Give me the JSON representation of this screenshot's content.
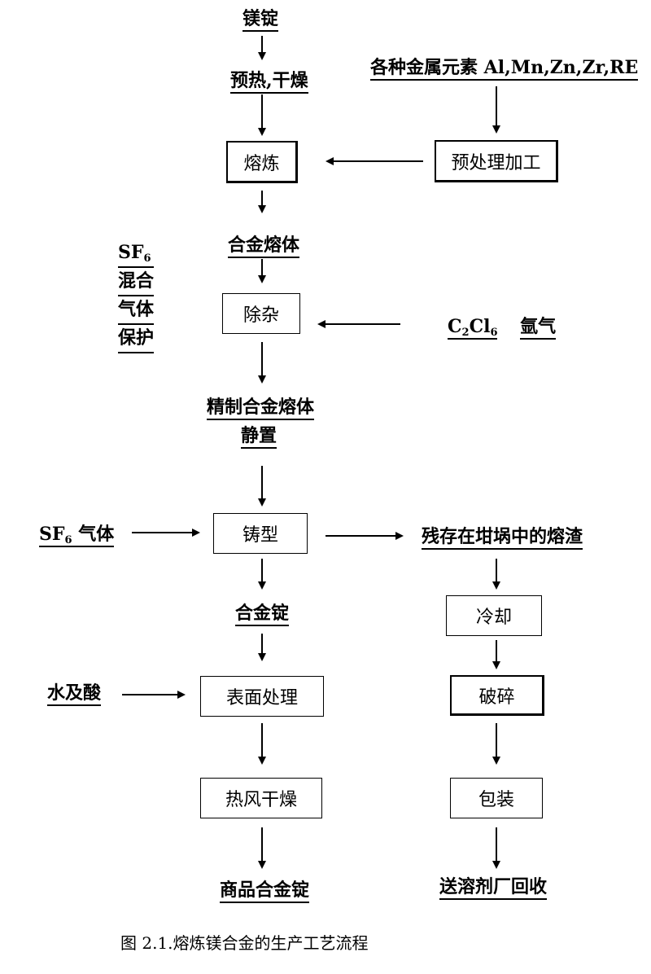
{
  "flow": {
    "ingot": "镁锭",
    "preheat": "预热,干燥",
    "metals": "各种金属元素 Al,Mn,Zn,Zr,RE",
    "smelt": "熔炼",
    "pretreat": "预处理加工",
    "alloy_melt": "合金熔体",
    "sf6_protect": [
      "SF",
      "混合",
      "气体",
      "保护"
    ],
    "sf6_sub": "6",
    "purify": "除杂",
    "c2cl6_c": "C",
    "c2cl6_sub1": "2",
    "c2cl6_cl": "Cl",
    "c2cl6_sub2": "6",
    "argon": "氩气",
    "refined": "精制合金熔体",
    "standing": "静置",
    "sf6_gas_prefix": "SF",
    "sf6_gas_sub": "6",
    "sf6_gas_suffix": " 气体",
    "casting": "铸型",
    "slag": "残存在坩埚中的熔渣",
    "alloy_ingot": "合金锭",
    "cooling": "冷却",
    "water_acid": "水及酸",
    "surface": "表面处理",
    "crush": "破碎",
    "hot_dry": "热风干燥",
    "pack": "包装",
    "product": "商品合金锭",
    "recycle": "送溶剂厂回收"
  },
  "caption": "图 2.1.熔炼镁合金的生产工艺流程"
}
